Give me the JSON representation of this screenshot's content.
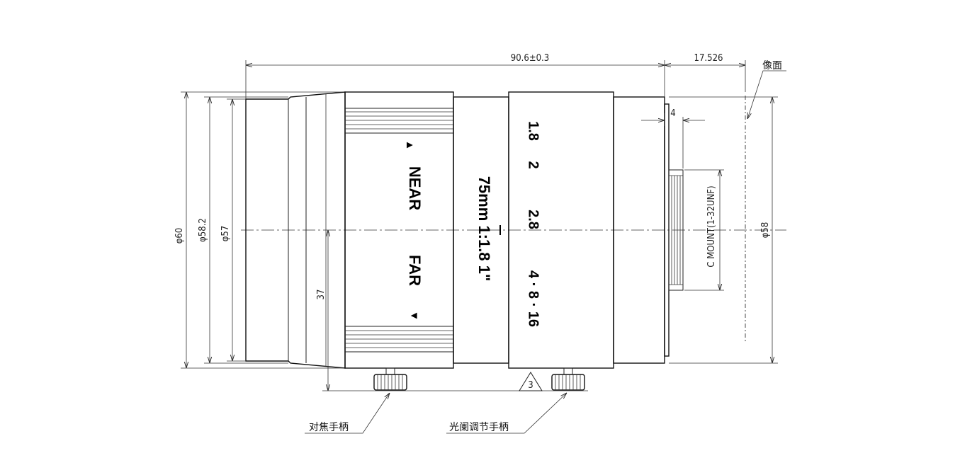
{
  "dimensions": {
    "overall_length": "90.6±0.3",
    "flange_back": "17.526",
    "mount_depth": "4",
    "dia_60": "φ60",
    "dia_58_2": "φ58.2",
    "dia_57": "φ57",
    "dia_58": "φ58",
    "handle_height": "37",
    "mount_thread": "C MOUNT(1-32UNF)",
    "note_number": "3"
  },
  "labels": {
    "image_plane": "像面",
    "focus_handle": "对焦手柄",
    "iris_handle": "光阑调节手柄"
  },
  "engraving": {
    "near": "NEAR",
    "far": "FAR",
    "arrow_up": "▲",
    "arrow_down": "▼",
    "model": "75mm 1:1.8 1\"",
    "f_18": "1.8",
    "f_2": "2",
    "f_28": "2.8",
    "f_4_8_16": "4 · 8 · 16"
  }
}
